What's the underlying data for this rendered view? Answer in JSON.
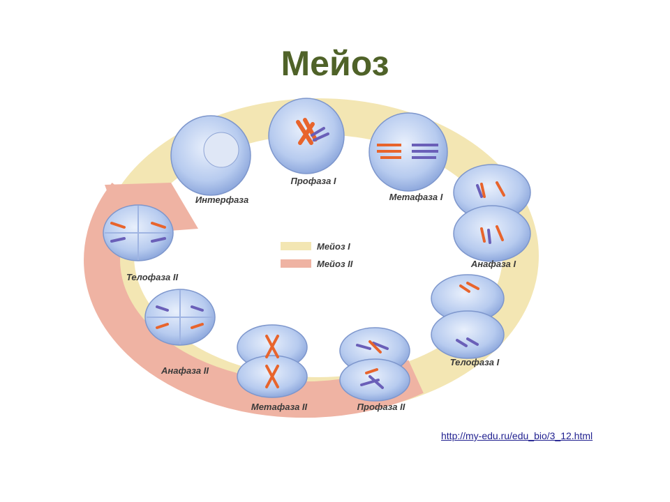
{
  "title": "Мейоз",
  "legend": [
    {
      "label": "Мейоз I",
      "color": "#f3e6b3"
    },
    {
      "label": "Мейоз II",
      "color": "#efb3a3"
    }
  ],
  "stages": [
    {
      "id": "interphase",
      "label": "Интерфаза"
    },
    {
      "id": "prophase1",
      "label": "Профаза I"
    },
    {
      "id": "metaphase1",
      "label": "Метафаза I"
    },
    {
      "id": "anaphase1",
      "label": "Анафаза I"
    },
    {
      "id": "telophase1",
      "label": "Телофаза I"
    },
    {
      "id": "prophase2",
      "label": "Профаза II"
    },
    {
      "id": "metaphase2",
      "label": "Метафаза II"
    },
    {
      "id": "anaphase2",
      "label": "Анафаза II"
    },
    {
      "id": "telophase2",
      "label": "Телофаза II"
    }
  ],
  "source_link": "http://my-edu.ru/edu_bio/3_12.html",
  "colors": {
    "title": "#4f6228",
    "meiosis1_ring": "#f3e6b3",
    "meiosis2_ring": "#efb3a3",
    "cell_fill": "#b9cdf0",
    "chromosome_orange": "#e8642c",
    "chromosome_purple": "#6a5fb8"
  }
}
